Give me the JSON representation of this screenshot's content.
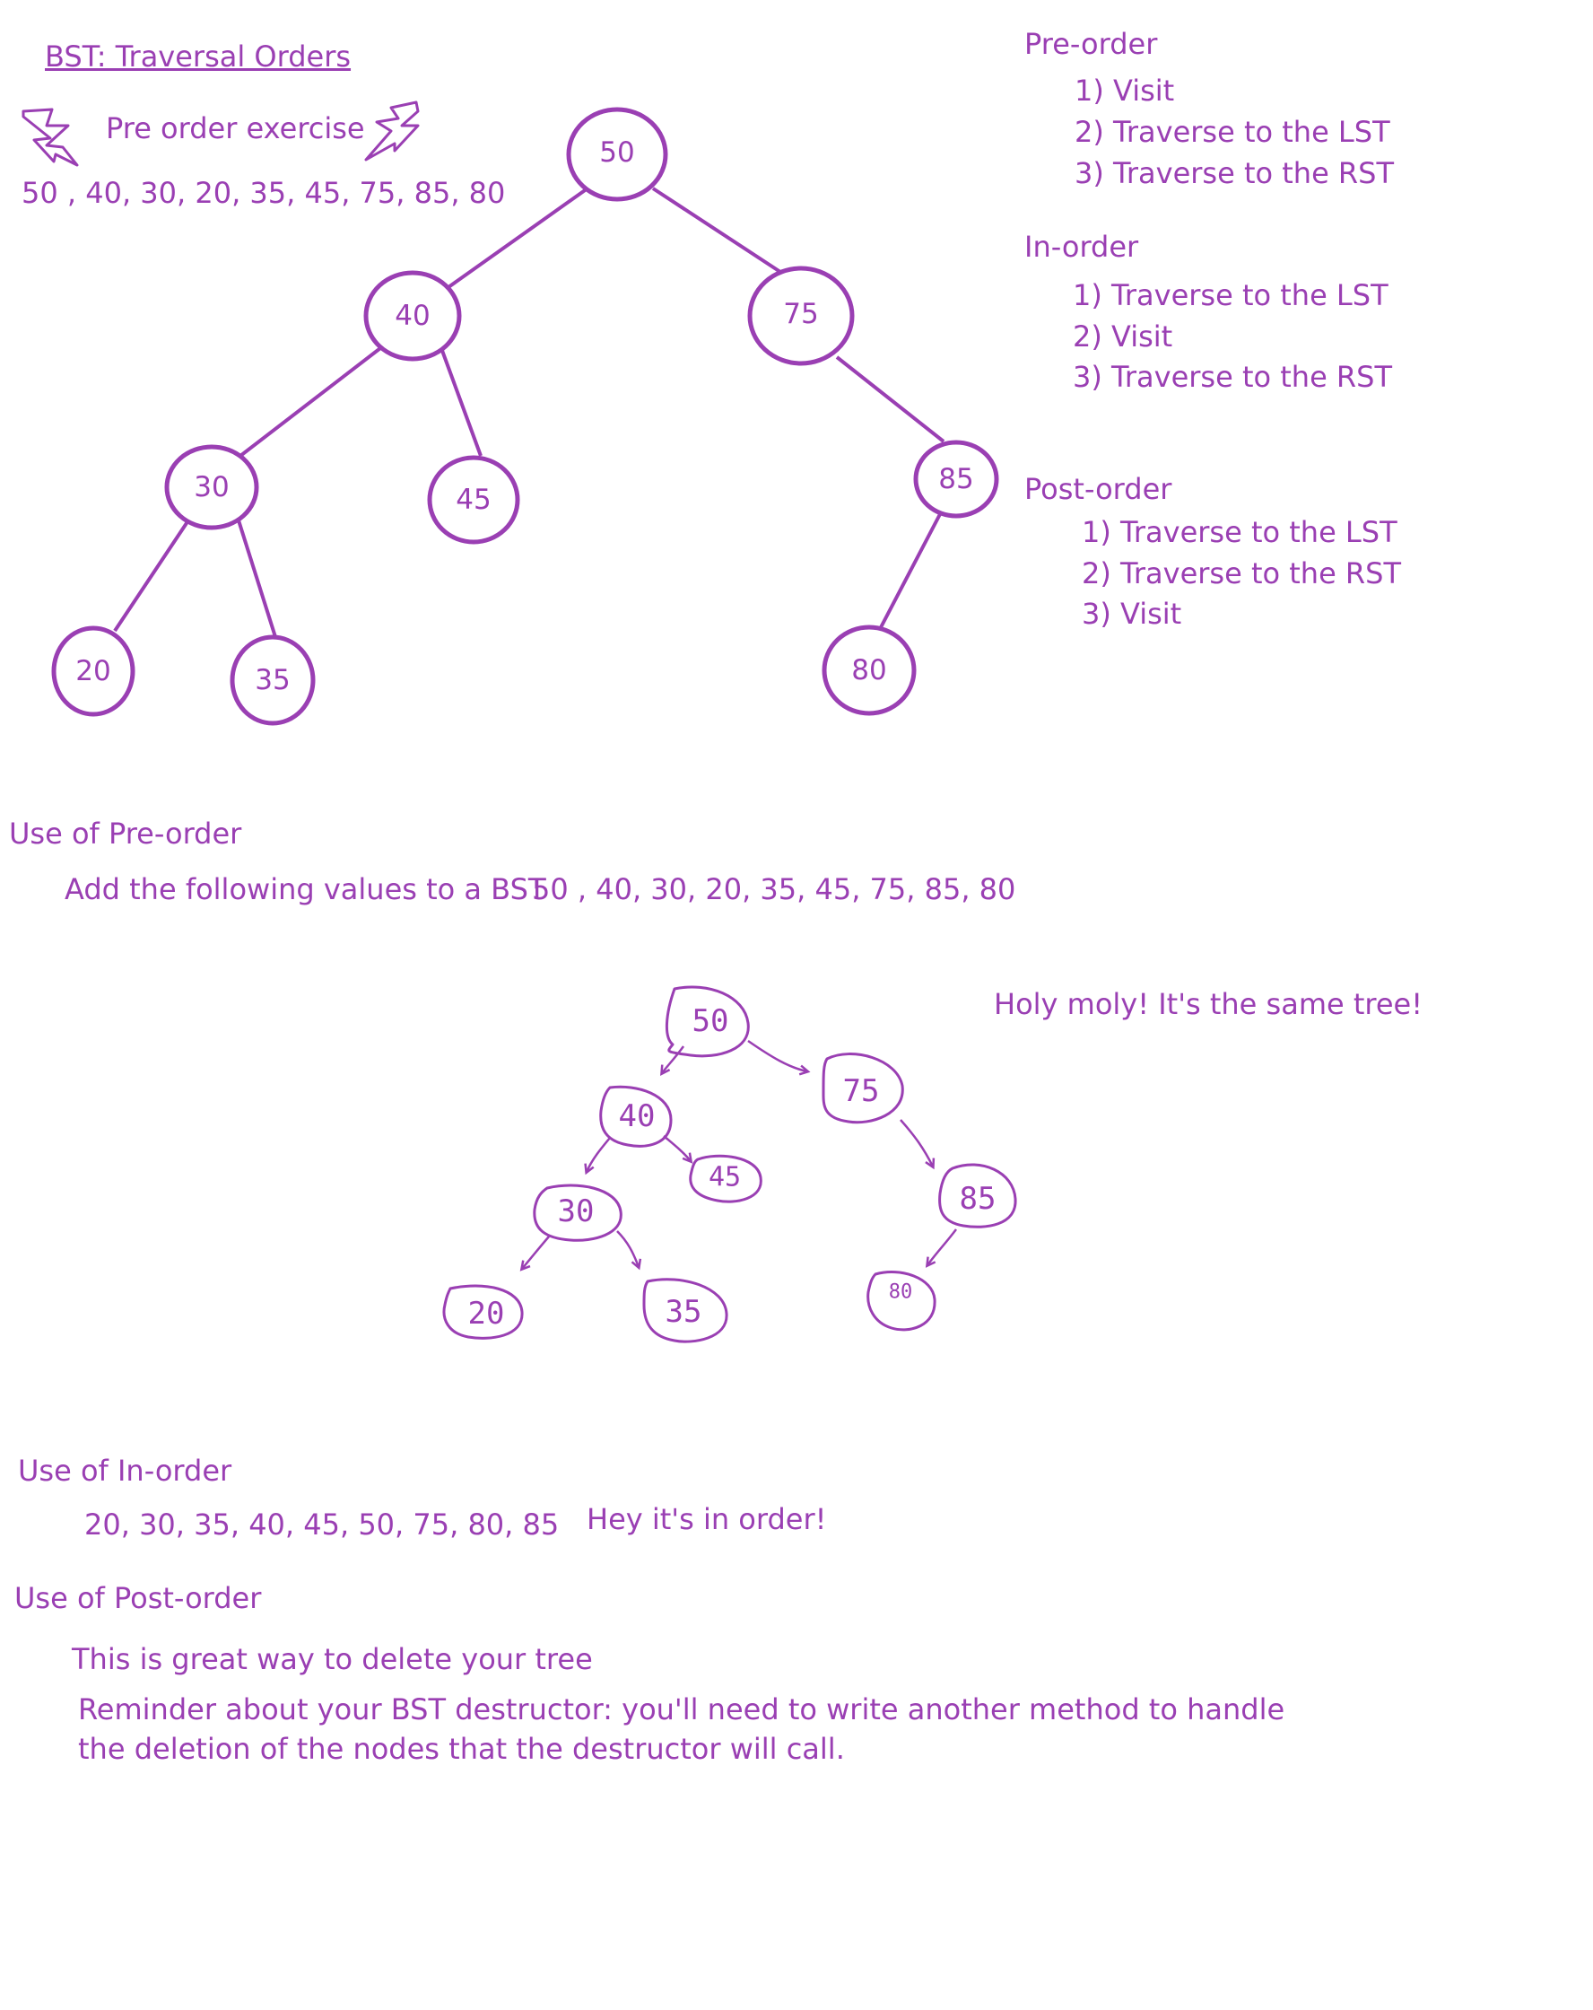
{
  "title": "BST: Traversal Orders",
  "exercise": {
    "label": "Pre order exercise",
    "answer": "50 , 40, 30, 20, 35, 45, 75, 85, 80"
  },
  "colors": {
    "ink": "#9a3fb3"
  },
  "tree": {
    "nodes": [
      "50",
      "40",
      "75",
      "30",
      "45",
      "85",
      "20",
      "35",
      "80"
    ]
  },
  "sidebar": {
    "preorder": {
      "heading": "Pre-order",
      "steps": [
        "1) Visit",
        "2) Traverse to the LST",
        "3) Traverse to the RST"
      ]
    },
    "inorder": {
      "heading": "In-order",
      "steps": [
        "1) Traverse to the LST",
        "2) Visit",
        "3) Traverse to the RST"
      ]
    },
    "postorder": {
      "heading": "Post-order",
      "steps": [
        "1) Traverse to the LST",
        "2) Traverse to the RST",
        "3) Visit"
      ]
    }
  },
  "use_preorder": {
    "heading": "Use of Pre-order",
    "text": "Add the following values to a BST",
    "values": "50 , 40, 30, 20, 35, 45, 75, 85, 80",
    "remark": "Holy moly! It's the same tree!"
  },
  "hand_tree": {
    "nodes": [
      "50",
      "40",
      "75",
      "45",
      "30",
      "85",
      "20",
      "35",
      "80"
    ]
  },
  "use_inorder": {
    "heading": "Use of In-order",
    "values": "20, 30, 35, 40, 45, 50, 75, 80, 85",
    "remark": "Hey it's in order!"
  },
  "use_postorder": {
    "heading": "Use of Post-order",
    "line1": "This is great way to delete your tree",
    "line2": "Reminder about your BST destructor: you'll need to write another method to handle",
    "line3": "the deletion of the nodes that the destructor will call."
  }
}
